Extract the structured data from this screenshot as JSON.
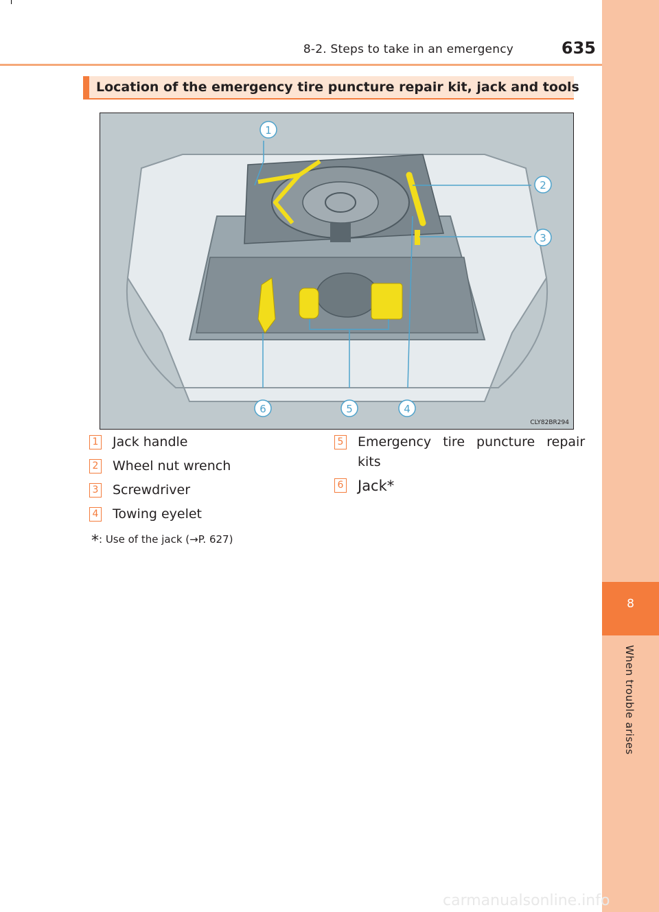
{
  "header": {
    "section": "8-2. Steps to take in an emergency",
    "page_number": "635"
  },
  "side_tab": {
    "chapter_number": "8",
    "chapter_title": "When trouble arises"
  },
  "heading": "Location of the emergency tire puncture repair kit, jack and tools",
  "figure": {
    "code": "CLY82BR294",
    "callouts": [
      "1",
      "2",
      "3",
      "4",
      "5",
      "6"
    ]
  },
  "legend": [
    {
      "num": "1",
      "label": "Jack handle"
    },
    {
      "num": "2",
      "label": "Wheel nut wrench"
    },
    {
      "num": "3",
      "label": "Screwdriver"
    },
    {
      "num": "4",
      "label": "Towing eyelet"
    },
    {
      "num": "5",
      "label": "Emergency tire puncture repair",
      "label2": "kits"
    },
    {
      "num": "6",
      "label": "Jack*"
    }
  ],
  "footnote": {
    "star": "*",
    "text": ": Use of the jack (→P. 627)"
  },
  "watermark": "carmanualsonline.info",
  "colors": {
    "accent": "#f47c3c",
    "tab_light": "#f9c3a3",
    "heading_bg": "#fde4d3",
    "highlight": "#f2dd1b",
    "callout_line": "#4fa3cc"
  }
}
